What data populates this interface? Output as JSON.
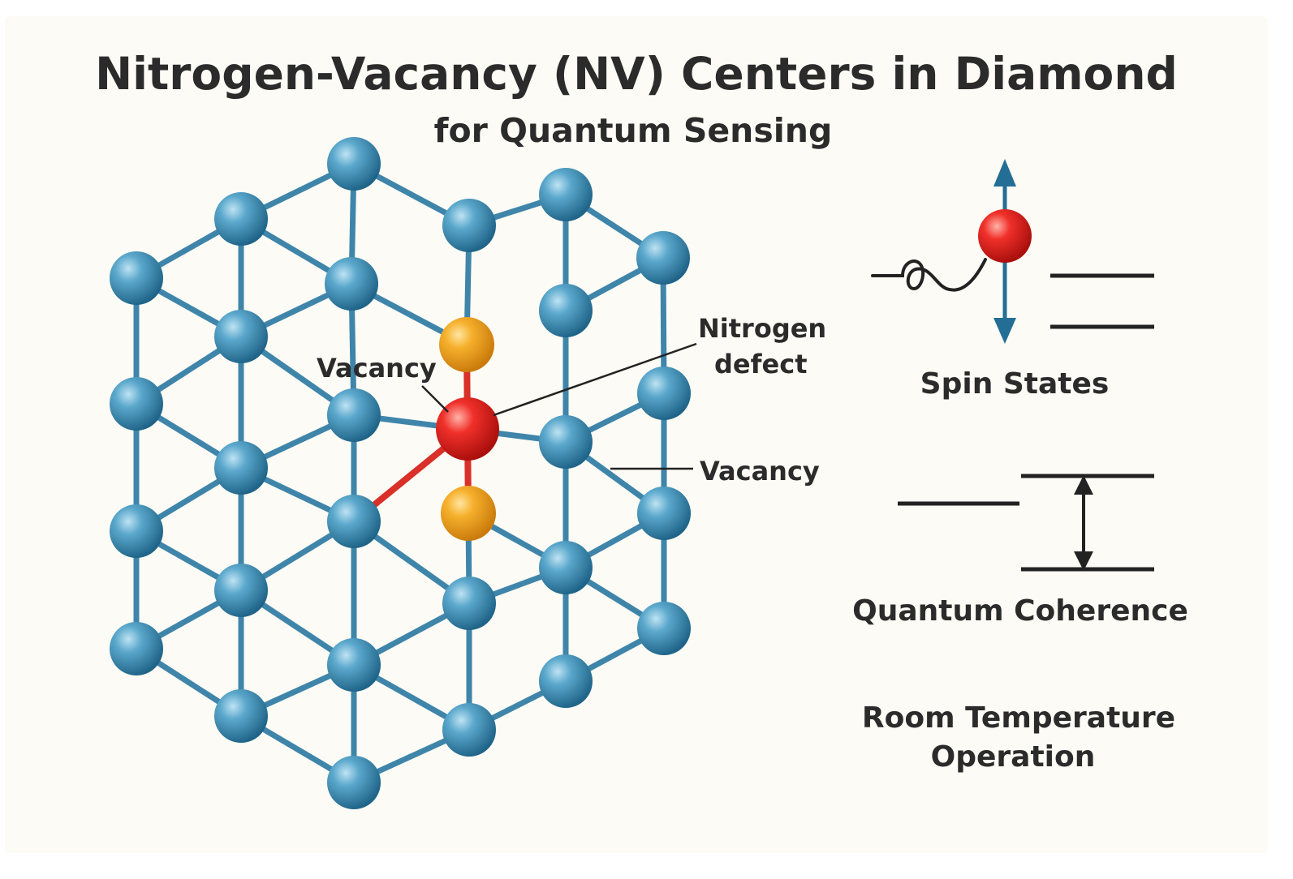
{
  "title": "Nitrogen-Vacancy (NV) Centers in Diamond",
  "subtitle": "for Quantum Sensing",
  "labels": {
    "vacancy_left": "Vacancy",
    "nitrogen_line1": "Nitrogen",
    "nitrogen_line2": "defect",
    "vacancy_right": "Vacancy"
  },
  "panels": {
    "spin_states": "Spin States",
    "quantum_coherence": "Quantum Coherence",
    "room_temp_line1": "Room Temperature",
    "room_temp_line2": "Operation"
  },
  "colors": {
    "background": "#fcfbf5",
    "carbon_atom": "#3f8fb6",
    "bond": "#3f85aa",
    "nitrogen_atom": "#e8231c",
    "vacancy_atom": "#f3a523",
    "nv_bond": "#d9302a",
    "spin_arrow": "#246e96",
    "text": "#2b2b2b",
    "line": "#222222"
  },
  "icons": {
    "spin_up": "arrow-up-icon",
    "spin_down": "arrow-down-icon",
    "wave": "wave-icon",
    "energy_gap": "double-arrow-icon"
  }
}
